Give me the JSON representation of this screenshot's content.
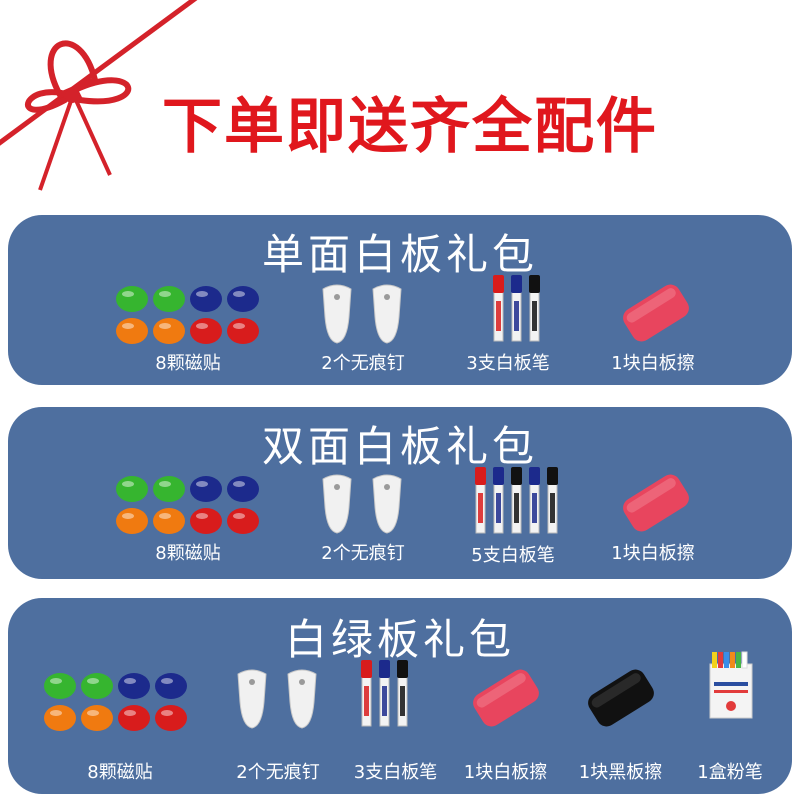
{
  "headline": "下单即送齐全配件",
  "colors": {
    "headline": "#e0171d",
    "panel": "#4e6f9f",
    "ribbon": "#d4222a",
    "magnet_green": "#36b52f",
    "magnet_blue": "#1c2a8c",
    "magnet_orange": "#f07a10",
    "magnet_red": "#d81c1c",
    "eraser_pink": "#e8455e",
    "eraser_black": "#111111"
  },
  "panels": [
    {
      "title": "单面白板礼包",
      "items": [
        {
          "icon": "magnets-icon",
          "label": "8颗磁贴"
        },
        {
          "icon": "nail-hooks-icon",
          "label": "2个无痕钉"
        },
        {
          "icon": "markers-icon",
          "label": "3支白板笔"
        },
        {
          "icon": "pink-eraser-icon",
          "label": "1块白板擦"
        }
      ]
    },
    {
      "title": "双面白板礼包",
      "items": [
        {
          "icon": "magnets-icon",
          "label": "8颗磁贴"
        },
        {
          "icon": "nail-hooks-icon",
          "label": "2个无痕钉"
        },
        {
          "icon": "markers-icon",
          "label": "5支白板笔"
        },
        {
          "icon": "pink-eraser-icon",
          "label": "1块白板擦"
        }
      ]
    },
    {
      "title": "白绿板礼包",
      "items": [
        {
          "icon": "magnets-icon",
          "label": "8颗磁贴"
        },
        {
          "icon": "nail-hooks-icon",
          "label": "2个无痕钉"
        },
        {
          "icon": "markers-icon",
          "label": "3支白板笔"
        },
        {
          "icon": "pink-eraser-icon",
          "label": "1块白板擦"
        },
        {
          "icon": "black-eraser-icon",
          "label": "1块黑板擦"
        },
        {
          "icon": "chalk-box-icon",
          "label": "1盒粉笔"
        }
      ]
    }
  ]
}
